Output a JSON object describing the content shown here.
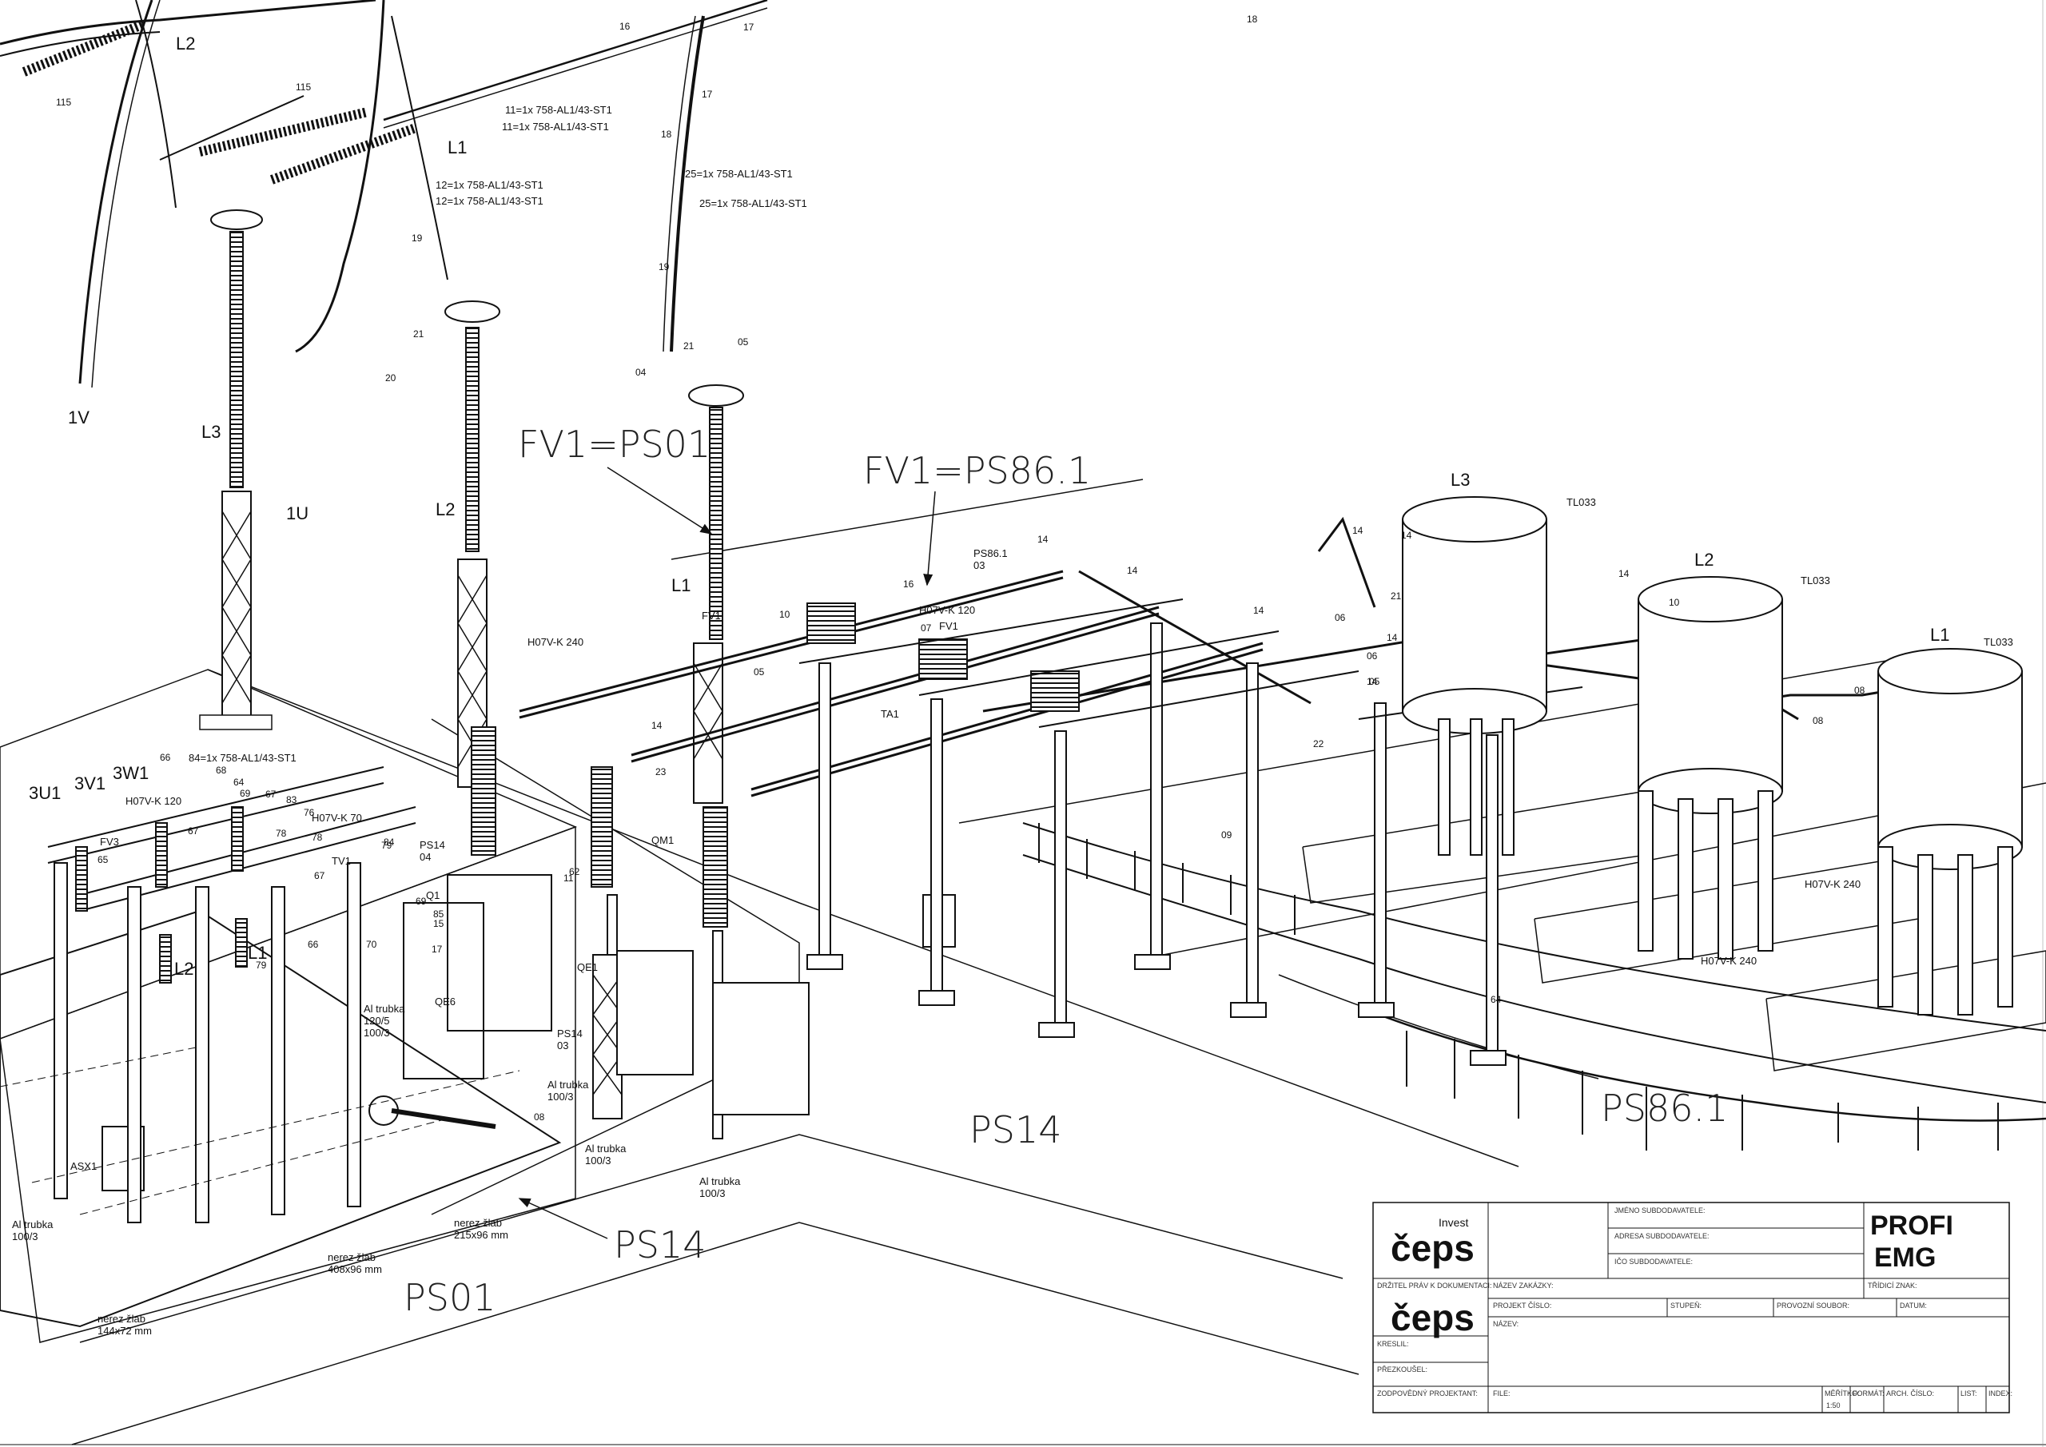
{
  "labels": {
    "big_fv1_ps01": "FV1=PS01",
    "big_fv1_ps861": "FV1=PS86.1",
    "big_ps14_mid": "PS14",
    "big_ps14_arrow": "PS14",
    "big_ps01": "PS01",
    "big_ps861": "PS86.1",
    "phase_l1": "L1",
    "phase_l2": "L2",
    "phase_l3": "L3",
    "v1": "1V",
    "u1": "1U",
    "u3": "3U1",
    "v3": "3V1",
    "w3": "3W1",
    "cond_11a": "11=1x  758-AL1/43-ST1",
    "cond_11b": "11=1x  758-AL1/43-ST1",
    "cond_12a": "12=1x  758-AL1/43-ST1",
    "cond_12b": "12=1x  758-AL1/43-ST1",
    "cond_25a": "25=1x  758-AL1/43-ST1",
    "cond_25b": "25=1x  758-AL1/43-ST1",
    "cond_84": "84=1x  758-AL1/43-ST1",
    "h07v_240": "H07V-K  240",
    "h07v_120": "H07V-K  120",
    "h07v_70": "H07V-K  70",
    "h07v_120b": "H07V-K  120",
    "h07v_240b": "H07V-K  240",
    "h07v_240c": "H07V-K  240",
    "tl033": "TL033",
    "ps861_03": "PS86.1\n03",
    "ps14_04": "PS14\n04",
    "ps14_03": "PS14\n03",
    "fv1": "FV1",
    "fv3": "FV3",
    "ta1": "TA1",
    "tv1": "TV1",
    "qm1": "QM1",
    "qe1": "QE1",
    "qe6": "QE6",
    "q1": "Q1",
    "asx1": "ASX1",
    "al_trubka_120": "Al trubka\n120/5\n100/3",
    "al_trubka_100a": "Al trubka\n100/3",
    "al_trubka_100b": "Al trubka\n100/3",
    "al_trubka_100c": "Al trubka\n100/3",
    "al_trubka_100d": "Al trubka\n100/3",
    "nerez_215": "nerez žlab\n215x96  mm",
    "nerez_408": "nerez žlab\n408x96  mm",
    "nerez_144": "nerez žlab\n144x72  mm"
  },
  "numbers": [
    "115",
    "115",
    "16",
    "17",
    "17",
    "18",
    "18",
    "19",
    "19",
    "20",
    "21",
    "21",
    "05",
    "04",
    "14",
    "14",
    "14",
    "14",
    "14",
    "14",
    "14",
    "14",
    "08",
    "08",
    "09",
    "10",
    "16",
    "07",
    "05",
    "10",
    "06",
    "06",
    "21",
    "22",
    "05",
    "14",
    "23",
    "11",
    "62",
    "64",
    "66",
    "68",
    "64",
    "69",
    "67",
    "83",
    "76",
    "78",
    "84",
    "79",
    "78",
    "67",
    "65",
    "67",
    "79",
    "66",
    "70",
    "69",
    "85",
    "15",
    "17",
    "08"
  ],
  "title_block": {
    "logo_invest": "Invest",
    "logo_ceps": "čeps",
    "logo_ceps2": "čeps",
    "logo_profi": "PROFI",
    "logo_emg": "EMG",
    "jmeno_subdodavatele": "JMÉNO SUBDODAVATELE:",
    "adresa_subdodavatele": "ADRESA SUBDODAVATELE:",
    "ico_subdodavatele": "IČO SUBDODAVATELE:",
    "drzitel": "DRŽITEL PRÁV K DOKUMENTACI:",
    "nazev_zakazky": "NÁZEV ZAKÁZKY:",
    "tridici_znak": "TŘÍDICÍ ZNAK:",
    "projekt_cislo": "PROJEKT ČÍSLO:",
    "stupen": "STUPEŇ:",
    "provozni_soubor": "PROVOZNÍ SOUBOR:",
    "datum": "DATUM:",
    "nazev": "NÁZEV:",
    "kreslil": "KRESLIL:",
    "prezkousel": "PŘEZKOUŠEL:",
    "zodpovedny": "ZODPOVĚDNÝ PROJEKTANT:",
    "file": "FILE:",
    "meritko": "MĚŘÍTKO:",
    "meritko_val": "1:50",
    "format": "FORMÁT:",
    "arch_cislo": "ARCH. ČÍSLO:",
    "list": "LIST:",
    "index": "INDEX:"
  }
}
